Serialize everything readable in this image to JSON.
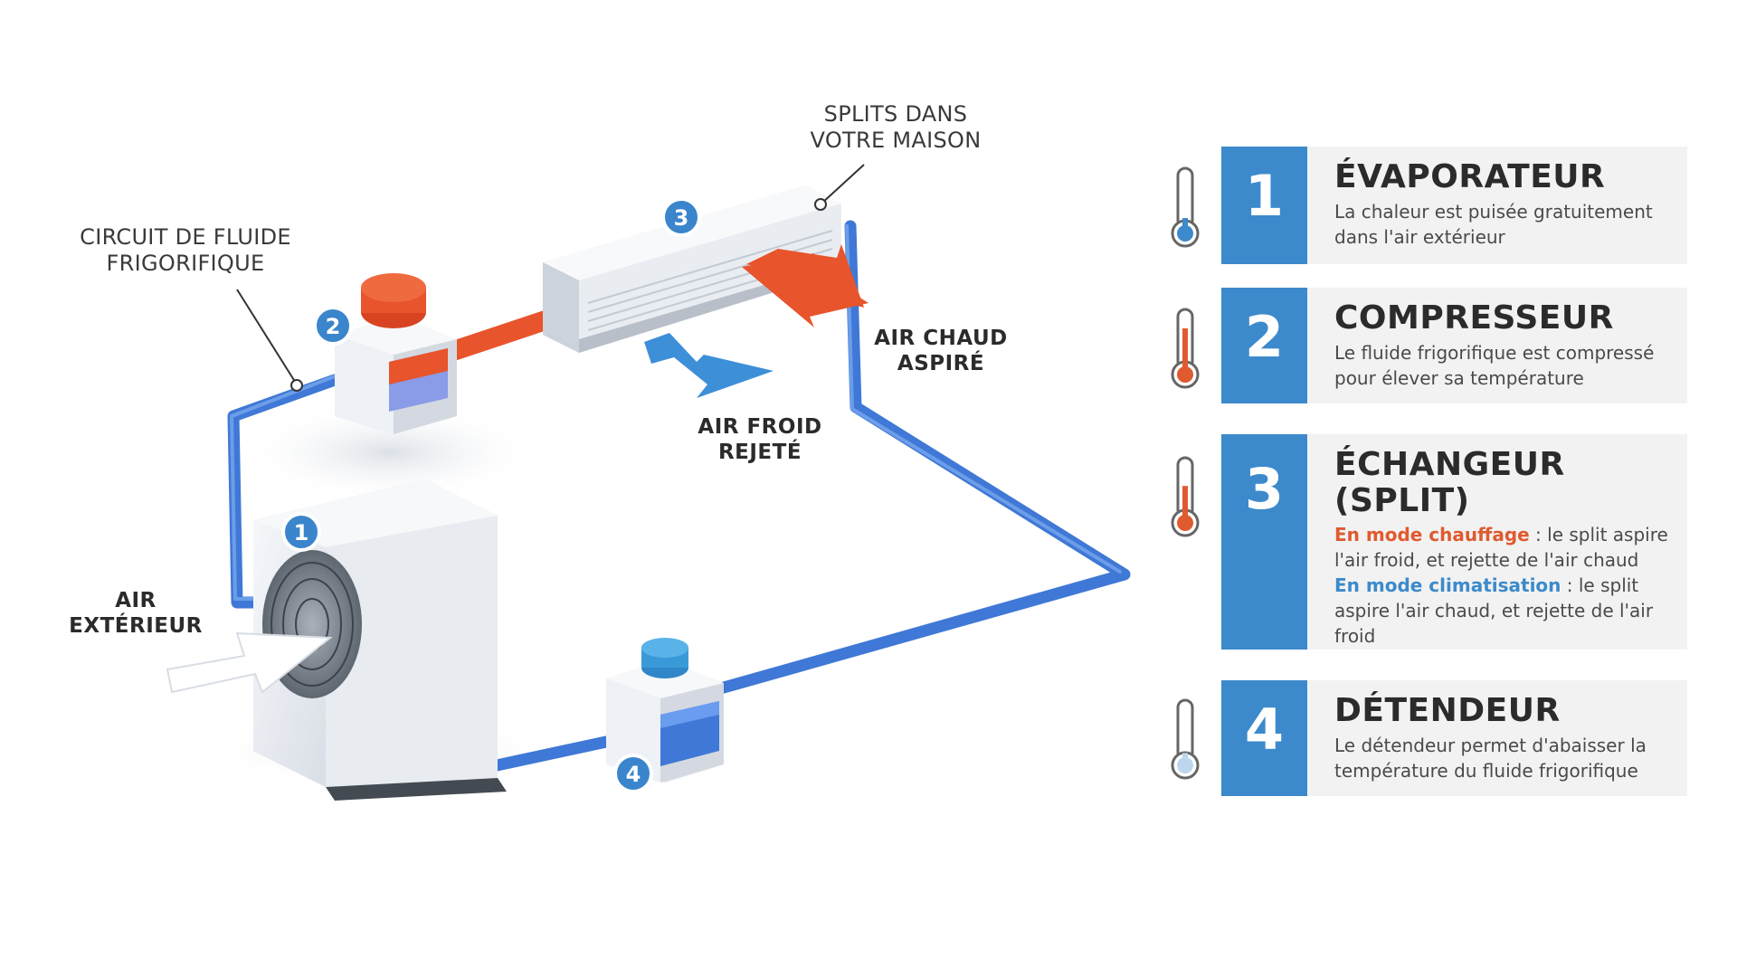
{
  "diagram": {
    "labels": {
      "splits": [
        "SPLITS DANS",
        "VOTRE MAISON"
      ],
      "circuit": [
        "CIRCUIT DE FLUIDE",
        "FRIGORIFIQUE"
      ],
      "air_chaud": [
        "AIR CHAUD",
        "ASPIRÉ"
      ],
      "air_froid": [
        "AIR FROID",
        "REJETÉ"
      ],
      "air_exterieur": [
        "AIR",
        "EXTÉRIEUR"
      ]
    },
    "badges": [
      "1",
      "2",
      "3",
      "4"
    ],
    "colors": {
      "pipe": "#3f78d6",
      "hot": "#e8542b",
      "cold_arrow": "#3d8fd8",
      "badge": "#3a85cc",
      "unit": "#e9ecf1"
    }
  },
  "legend": {
    "colors": {
      "number_box": "#3c8acb",
      "card_bg": "#f2f2f2",
      "hot_text": "#e05a2f",
      "cold_text": "#3c8acb"
    },
    "steps": [
      {
        "number": "1",
        "title": "ÉVAPORATEUR",
        "text": "La chaleur est puisée gratuitement dans l'air extérieur",
        "thermo": "thermometer-cold-icon",
        "level": 0.25
      },
      {
        "number": "2",
        "title": "COMPRESSEUR",
        "text": "Le fluide frigorifique est compressé pour élever sa température",
        "thermo": "thermometer-hot-icon",
        "level": 0.75
      },
      {
        "number": "3",
        "title": "ÉCHANGEUR (SPLIT)",
        "mode_heat": "En mode chauffage",
        "text_heat": " : le split aspire l'air froid, et rejette de l'air chaud",
        "mode_cool": "En mode climatisation",
        "text_cool": " : le split aspire l'air chaud, et rejette de l'air froid",
        "thermo": "thermometer-hot-icon",
        "level": 0.6
      },
      {
        "number": "4",
        "title": "DÉTENDEUR",
        "text": "Le détendeur permet d'abaisser la température du fluide frigorifique",
        "thermo": "thermometer-cold-icon",
        "level": 0.2
      }
    ]
  }
}
